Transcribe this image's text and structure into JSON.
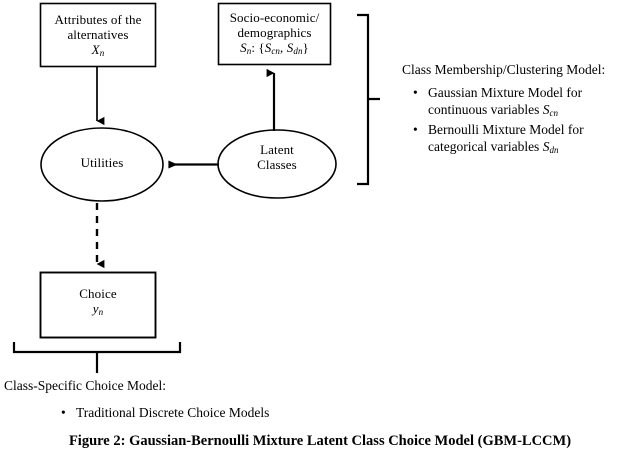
{
  "figure": {
    "caption": "Figure 2: Gaussian-Bernoulli Mixture Latent Class Choice Model (GBM-LCCM)",
    "stroke_color": "#000000",
    "background_color": "#ffffff"
  },
  "nodes": {
    "attributes_box": {
      "line1": "Attributes of the",
      "line2": "alternatives",
      "symbol_base": "X",
      "symbol_sub": "n"
    },
    "socio_box": {
      "line1": "Socio-economic/",
      "line2": "demographics",
      "symbol_base": "S",
      "symbol_sub": "n",
      "symbol_set_open": ": {",
      "symbol_set_1_base": "S",
      "symbol_set_1_sub": "cn",
      "symbol_set_sep": ", ",
      "symbol_set_2_base": "S",
      "symbol_set_2_sub": "dn",
      "symbol_set_close": "}"
    },
    "utilities_ellipse": {
      "label": "Utilities"
    },
    "latent_classes_ellipse": {
      "line1": "Latent",
      "line2": "Classes"
    },
    "choice_box": {
      "line1": "Choice",
      "symbol_base": "y",
      "symbol_sub": "n"
    }
  },
  "edges": [
    {
      "name": "attributes-to-utilities",
      "style": "solid",
      "arrow": "down"
    },
    {
      "name": "latent-classes-to-socio",
      "style": "solid",
      "arrow": "up"
    },
    {
      "name": "latent-classes-to-utilities",
      "style": "solid",
      "arrow": "left"
    },
    {
      "name": "utilities-to-choice",
      "style": "dashed",
      "arrow": "down"
    }
  ],
  "class_membership": {
    "heading": "Class Membership/Clustering Model:",
    "items": [
      {
        "bullet": "•",
        "text_line1": "Gaussian Mixture Model for",
        "text_line2": "continuous variables ",
        "symbol_base": "S",
        "symbol_sub": "cn"
      },
      {
        "bullet": "•",
        "text_line1": "Bernoulli Mixture Model for",
        "text_line2": "categorical variables ",
        "symbol_base": "S",
        "symbol_sub": "dn"
      }
    ]
  },
  "class_specific": {
    "heading": "Class-Specific Choice Model:",
    "items": [
      {
        "bullet": "•",
        "text": "Traditional Discrete Choice Models"
      }
    ]
  }
}
